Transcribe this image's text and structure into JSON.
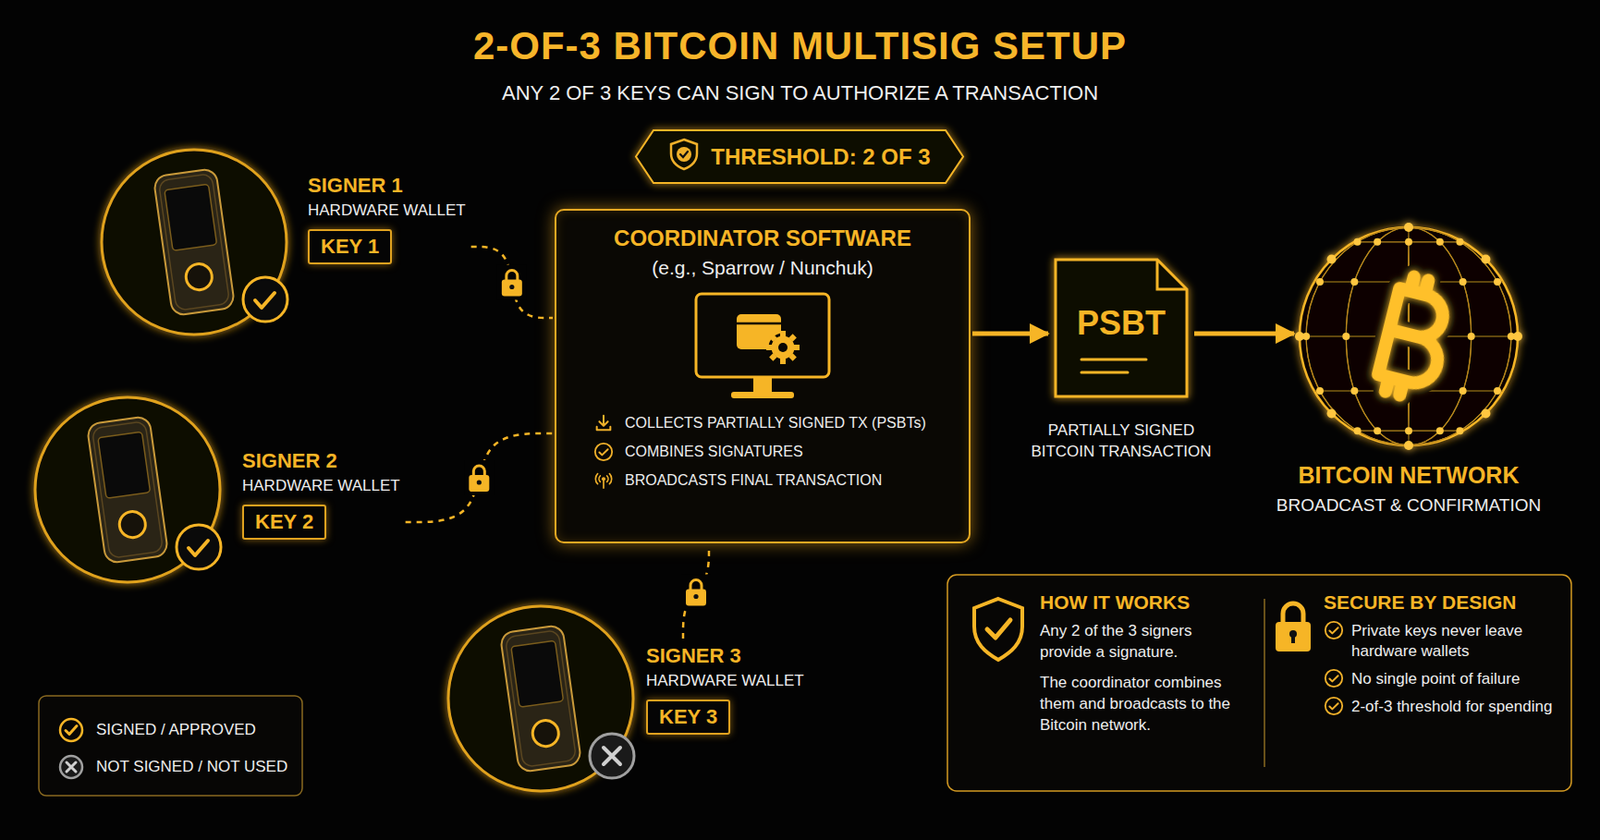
{
  "diagram": {
    "title": "2-OF-3 BITCOIN MULTISIG SETUP",
    "nodes": [
      {
        "text": [
          "THRESHOLD: 2 OF 3"
        ]
      },
      {
        "text": [
          "SIGNER 1",
          "HARDWARE WALLET"
        ]
      },
      {
        "text": [
          "KEY 1"
        ],
        "in": 1
      },
      {
        "text": [
          "COORDINATOR SOFTWARE",
          "(e.g., Sparrow / Nunchuk)",
          "COLLECTS PARTIALLY SIGNED TX (PSBTs)",
          "COMBINES SIGNATURES",
          "BROADCASTS FINAL TRANSACTION"
        ]
      },
      {
        "text": [
          "PSBT",
          "PARTIALLY SIGNED BITCOIN TRANSACTION"
        ]
      },
      {
        "text": [
          "BITCOIN NETWORK",
          "BROADCAST & CONFIRMATION"
        ]
      },
      {
        "text": [
          "SIGNER 2",
          "HARDWARE WALLET"
        ]
      },
      {
        "text": [
          "KEY 2"
        ],
        "in": 6
      },
      {
        "text": [
          "SIGNER 3",
          "HARDWARE WALLET"
        ]
      },
      {
        "text": [
          "KEY 3"
        ],
        "in": 8
      },
      {
        "text": [
          "HOW IT WORKS",
          "Any 2 of the 3 signers provide a signature.",
          "The coordinator combines them and broadcasts to the Bitcoin network."
        ]
      },
      {
        "text": [
          "SECURE BY DESIGN",
          "Private keys never leave hardware wallets",
          "No single point of failure",
          "2-of-3 threshold for spending"
        ]
      }
    ],
    "edges": [
      {
        "from": 1,
        "to": 3,
        "arrow": "none"
      },
      {
        "from": 6,
        "to": 3,
        "arrow": "none"
      },
      {
        "from": 8,
        "to": 3,
        "arrow": "none"
      },
      {
        "from": 3,
        "to": 4,
        "arrow": "to"
      },
      {
        "from": 4,
        "to": 5,
        "arrow": "to"
      }
    ],
    "labels": [
      "ANY 2 OF 3 KEYS CAN SIGN TO AUTHORIZE A TRANSACTION"
    ],
    "legend": [
      {
        "text": "SIGNED / APPROVED"
      },
      {
        "text": "NOT SIGNED / NOT USED"
      }
    ]
  }
}
